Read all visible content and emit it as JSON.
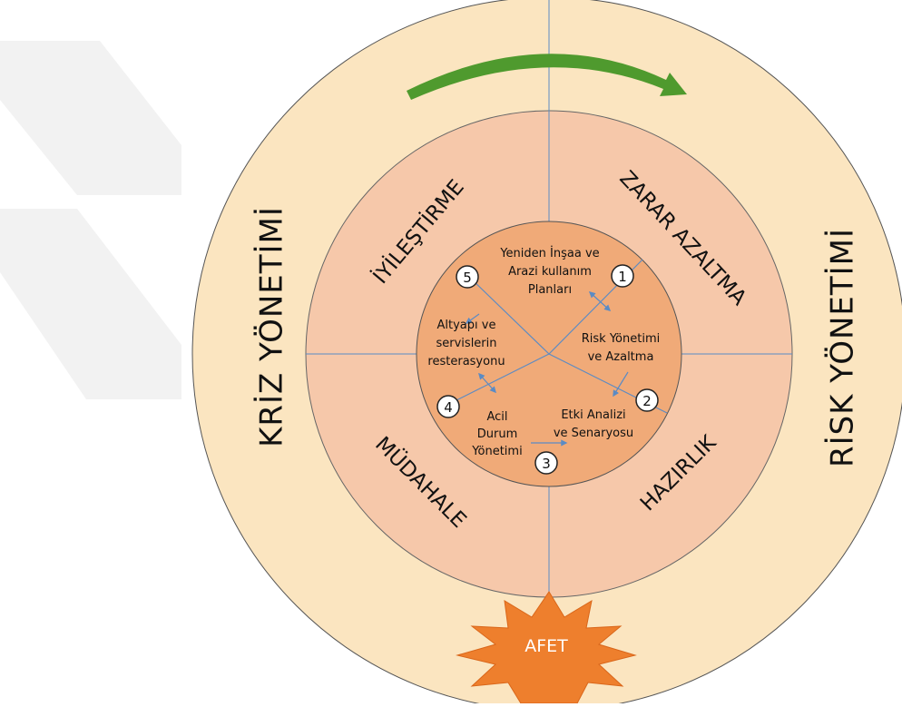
{
  "outer_left_label": "KRİZ YÖNETİMİ",
  "outer_right_label": "RİSK YÖNETİMİ",
  "phases": {
    "top_left": "İYİLEŞTİRME",
    "top_right": "ZARAR AZALTMA",
    "bottom_left": "MÜDAHALE",
    "bottom_right": "HAZIRLIK"
  },
  "inner": {
    "top_l1": "Yeniden İnşaa ve",
    "top_l2": "Arazi kullanım",
    "top_l3": "Planları",
    "right_l1": "Risk Yönetimi",
    "right_l2": "ve Azaltma",
    "left_l1": "Altyapı ve",
    "left_l2": "servislerin",
    "left_l3": "resterasyonu",
    "br_l1": "Etki Analizi",
    "br_l2": "ve Senaryosu",
    "bottom_l1": "Acil",
    "bottom_l2": "Durum",
    "bottom_l3": "Yönetimi"
  },
  "badges": {
    "b1": "1",
    "b2": "2",
    "b3": "3",
    "b4": "4",
    "b5": "5"
  },
  "disaster_label": "AFET",
  "colors": {
    "outer_ring": "#fbe5c0",
    "middle_ring": "#f6c8aa",
    "inner_circle": "#f0aa78",
    "cycle_arrow": "#4f9a2e",
    "burst": "#ee7f2d",
    "divider": "#5b8bc4"
  }
}
